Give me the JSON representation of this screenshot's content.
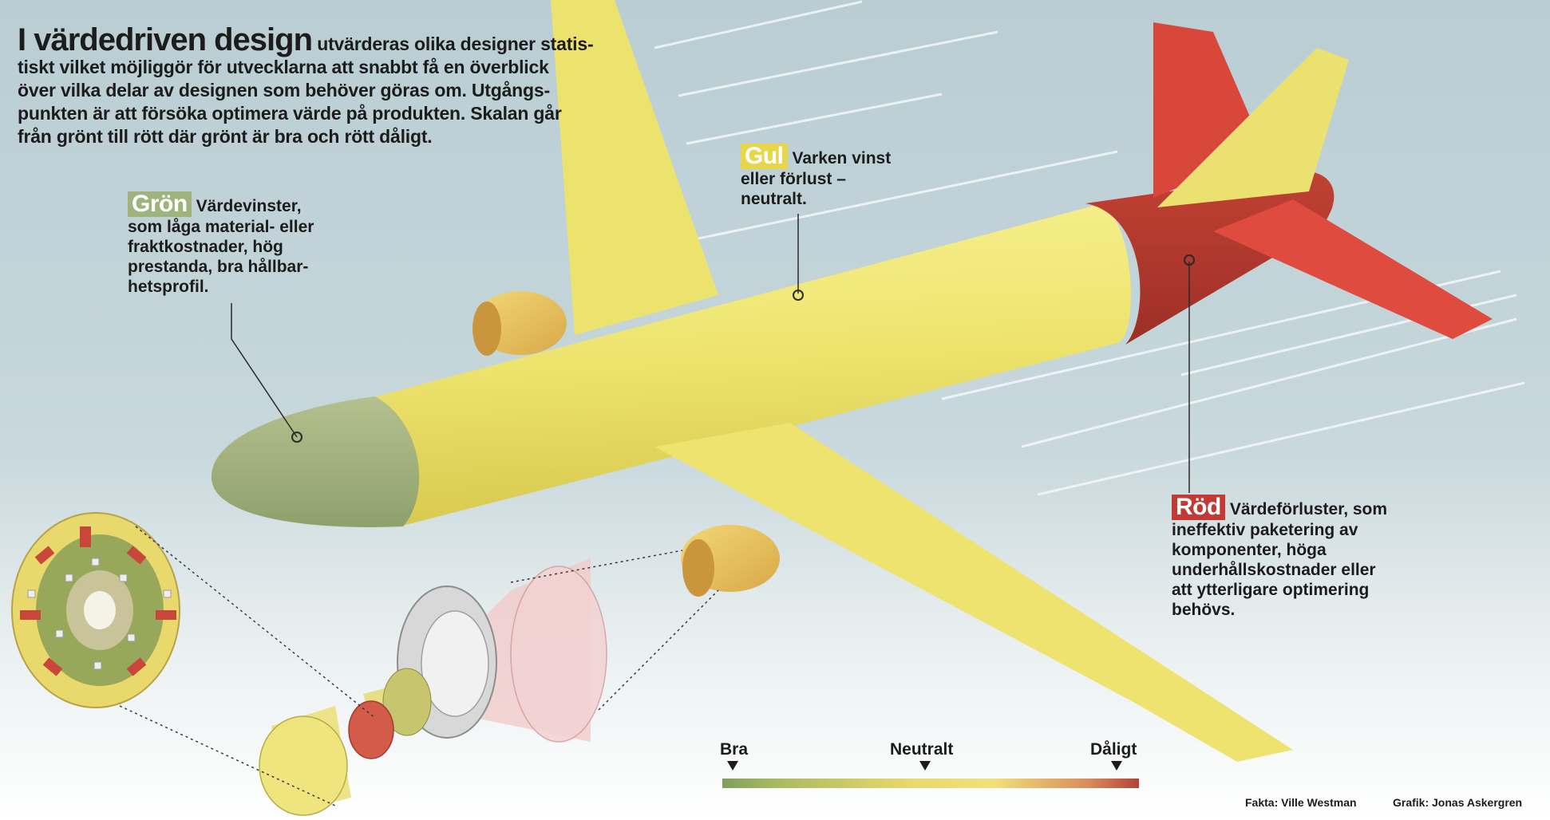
{
  "intro": {
    "lead": "I värdedriven design",
    "lines": [
      " utvärderas olika designer statis-",
      "tiskt vilket möjliggör för utvecklarna att snabbt få en överblick",
      "över vilka delar av designen som behöver göras om. Utgångs-",
      "punkten är att försöka optimera värde på produkten. Skalan går",
      "från grönt till rött där grönt är bra och rött dåligt."
    ]
  },
  "labels": {
    "green": {
      "tag": "Grön",
      "lines": [
        "Värdevinster,",
        "som låga material- eller",
        "fraktkostnader, hög",
        "prestanda, bra hållbar-",
        "hetsprofil."
      ]
    },
    "yellow": {
      "tag": "Gul",
      "lines": [
        "Varken vinst",
        "eller förlust –",
        "neutralt."
      ]
    },
    "red": {
      "tag": "Röd",
      "lines": [
        "Värdeförluster, som",
        "ineffektiv paketering av",
        "komponenter, höga",
        "underhållskostnader eller",
        "att ytterligare optimering",
        "behövs."
      ]
    }
  },
  "scale": {
    "left": "Bra",
    "middle": "Neutralt",
    "right": "Dåligt"
  },
  "credits": {
    "facts": "Fakta: Ville Westman",
    "graphic": "Grafik: Jonas Askergren"
  },
  "colors": {
    "green": "#9fb47c",
    "yellow": "#f0e67a",
    "red": "#c23a33",
    "sky": "#b7ccd2"
  }
}
